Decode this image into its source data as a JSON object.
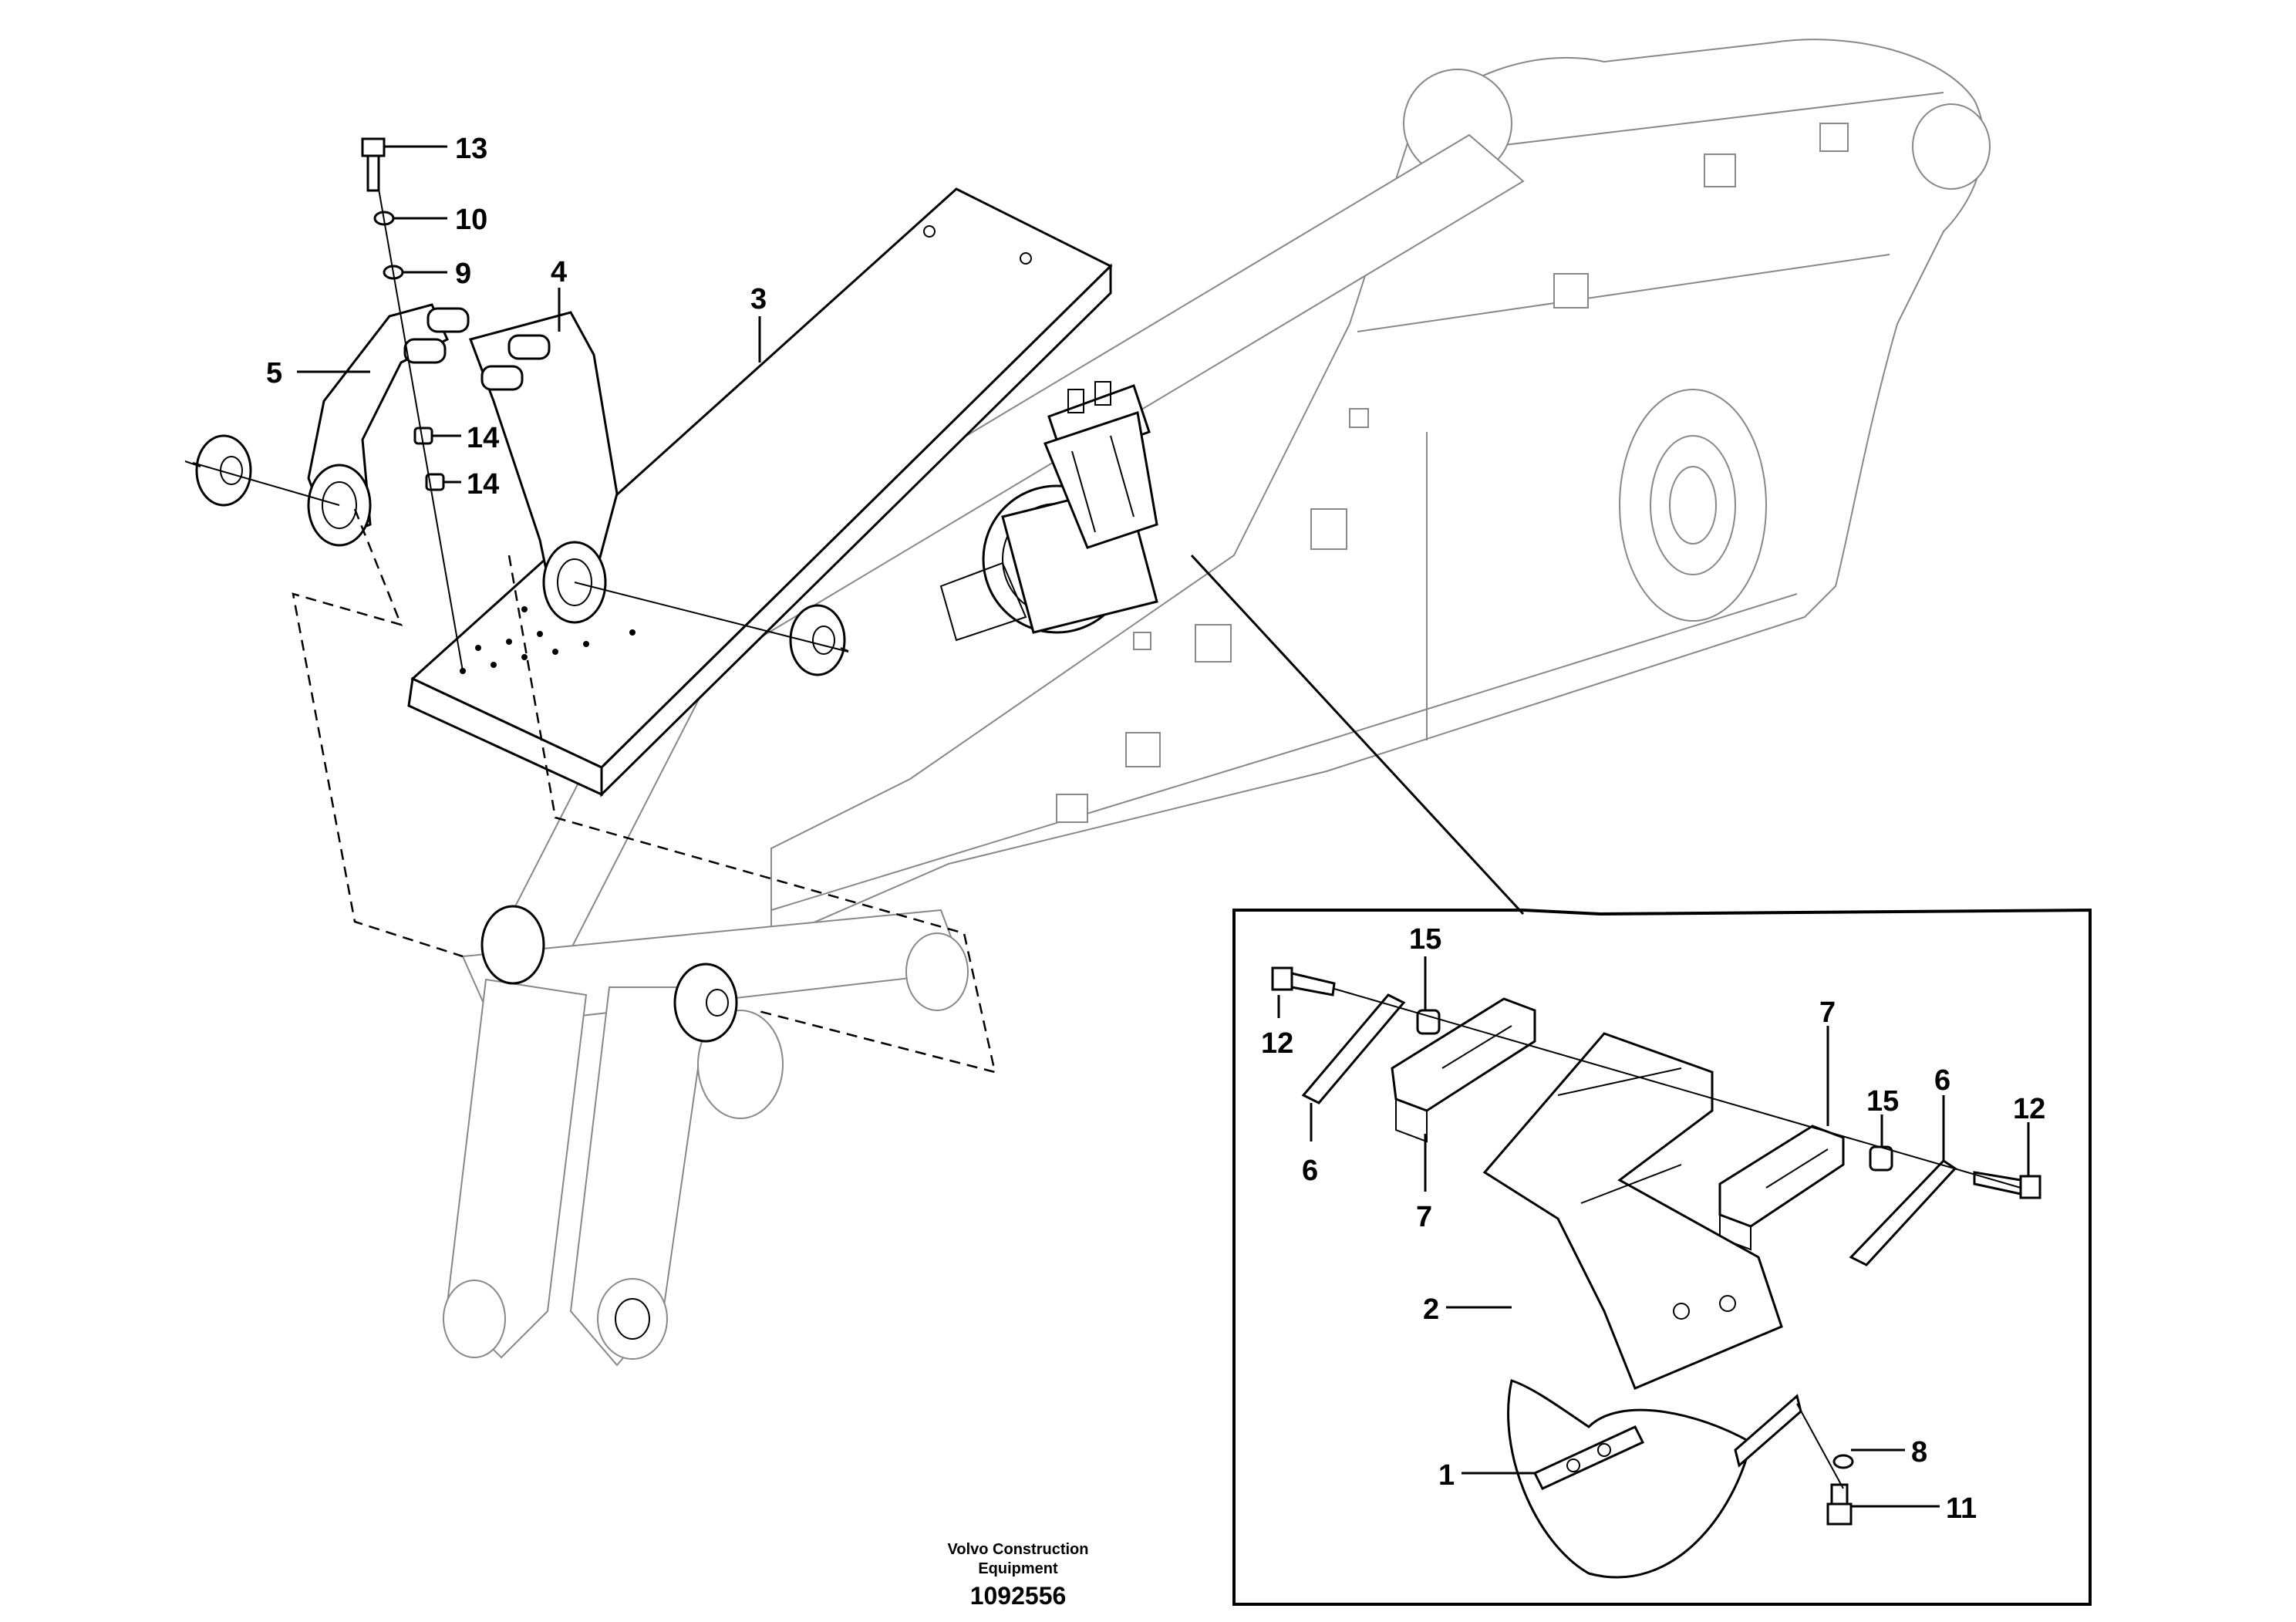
{
  "callouts": {
    "c13": "13",
    "c10": "10",
    "c9": "9",
    "c4": "4",
    "c3": "3",
    "c5": "5",
    "c14a": "14",
    "c14b": "14",
    "c15a": "15",
    "c12a": "12",
    "c6a": "6",
    "c7a": "7",
    "c7b": "7",
    "c15b": "15",
    "c6b": "6",
    "c12b": "12",
    "c2": "2",
    "c1": "1",
    "c8": "8",
    "c11": "11"
  },
  "caption": {
    "line1": "Volvo Construction",
    "line2": "Equipment",
    "number": "1092556"
  }
}
